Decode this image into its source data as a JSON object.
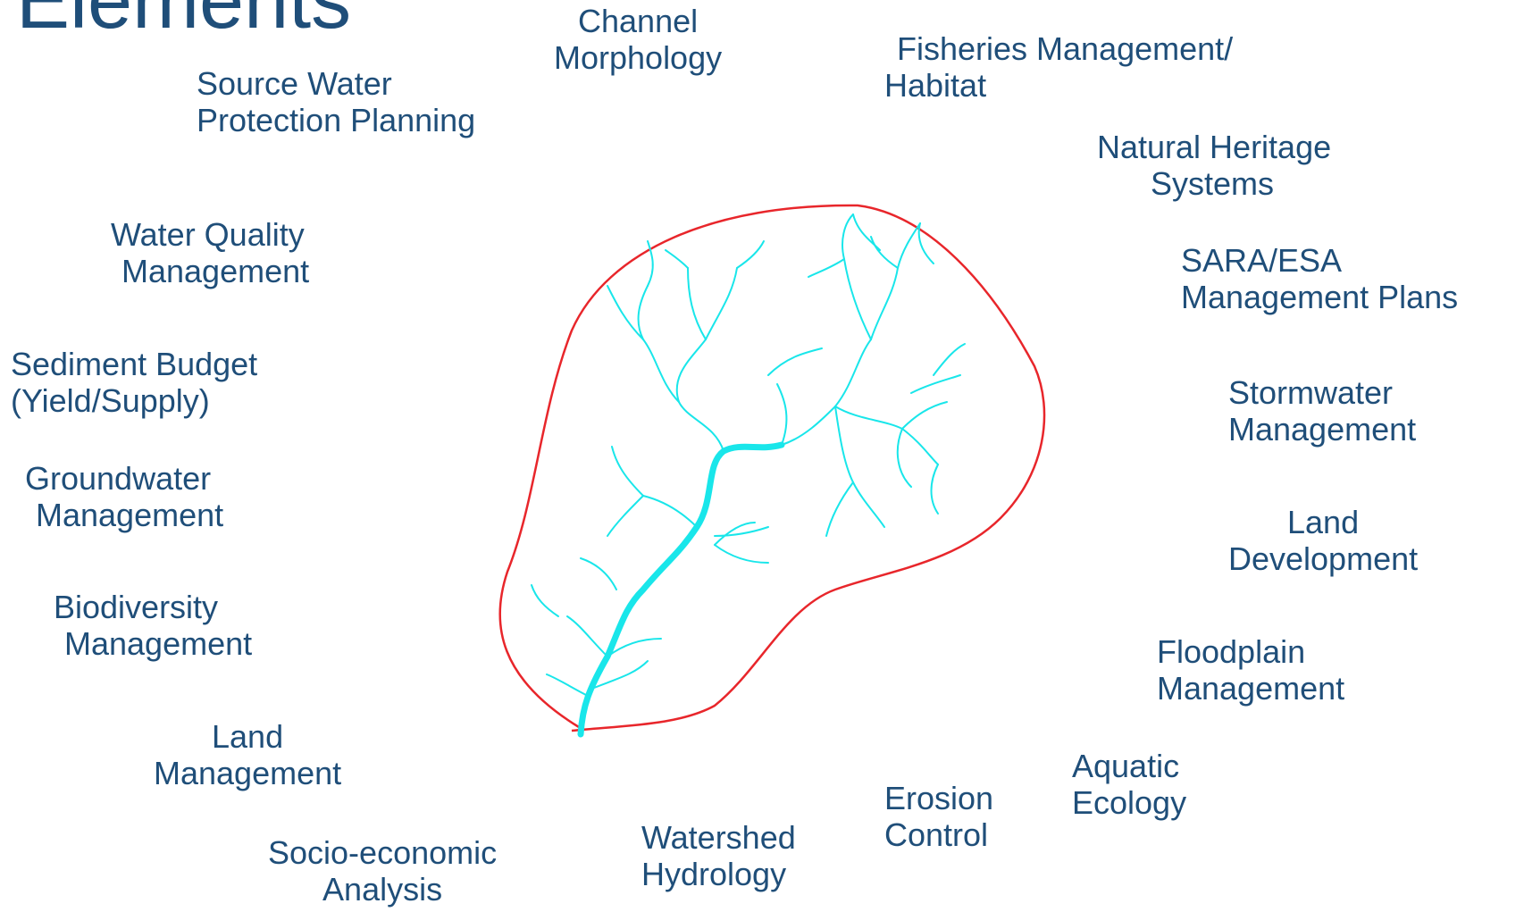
{
  "title": "Elements",
  "colors": {
    "text": "#1f4e79",
    "boundary": "#e8262b",
    "stream": "#19e6ea"
  },
  "center_graphic": {
    "depicts": "watershed boundary enclosing a branching stream network",
    "icon": "watershed-icon"
  },
  "labels": {
    "channel_morphology": [
      "Channel",
      "Morphology"
    ],
    "fisheries": [
      "Fisheries Management/",
      "Habitat"
    ],
    "source_water": [
      "Source Water",
      "Protection Planning"
    ],
    "natural_heritage": [
      "Natural Heritage",
      "Systems"
    ],
    "water_quality": [
      "Water Quality",
      "Management"
    ],
    "sara_esa": [
      "SARA/ESA",
      "Management Plans"
    ],
    "sediment_budget": [
      "Sediment Budget",
      "(Yield/Supply)"
    ],
    "stormwater": [
      "Stormwater",
      "Management"
    ],
    "groundwater": [
      "Groundwater",
      "Management"
    ],
    "land_development": [
      "Land",
      "Development"
    ],
    "biodiversity": [
      "Biodiversity",
      "Management"
    ],
    "floodplain": [
      "Floodplain",
      "Management"
    ],
    "land_management": [
      "Land",
      "Management"
    ],
    "aquatic_ecology": [
      "Aquatic",
      "Ecology"
    ],
    "erosion_control": [
      "Erosion",
      "Control"
    ],
    "watershed_hydrology": [
      "Watershed",
      "Hydrology"
    ],
    "socio_economic": [
      "Socio-economic",
      "Analysis"
    ]
  }
}
